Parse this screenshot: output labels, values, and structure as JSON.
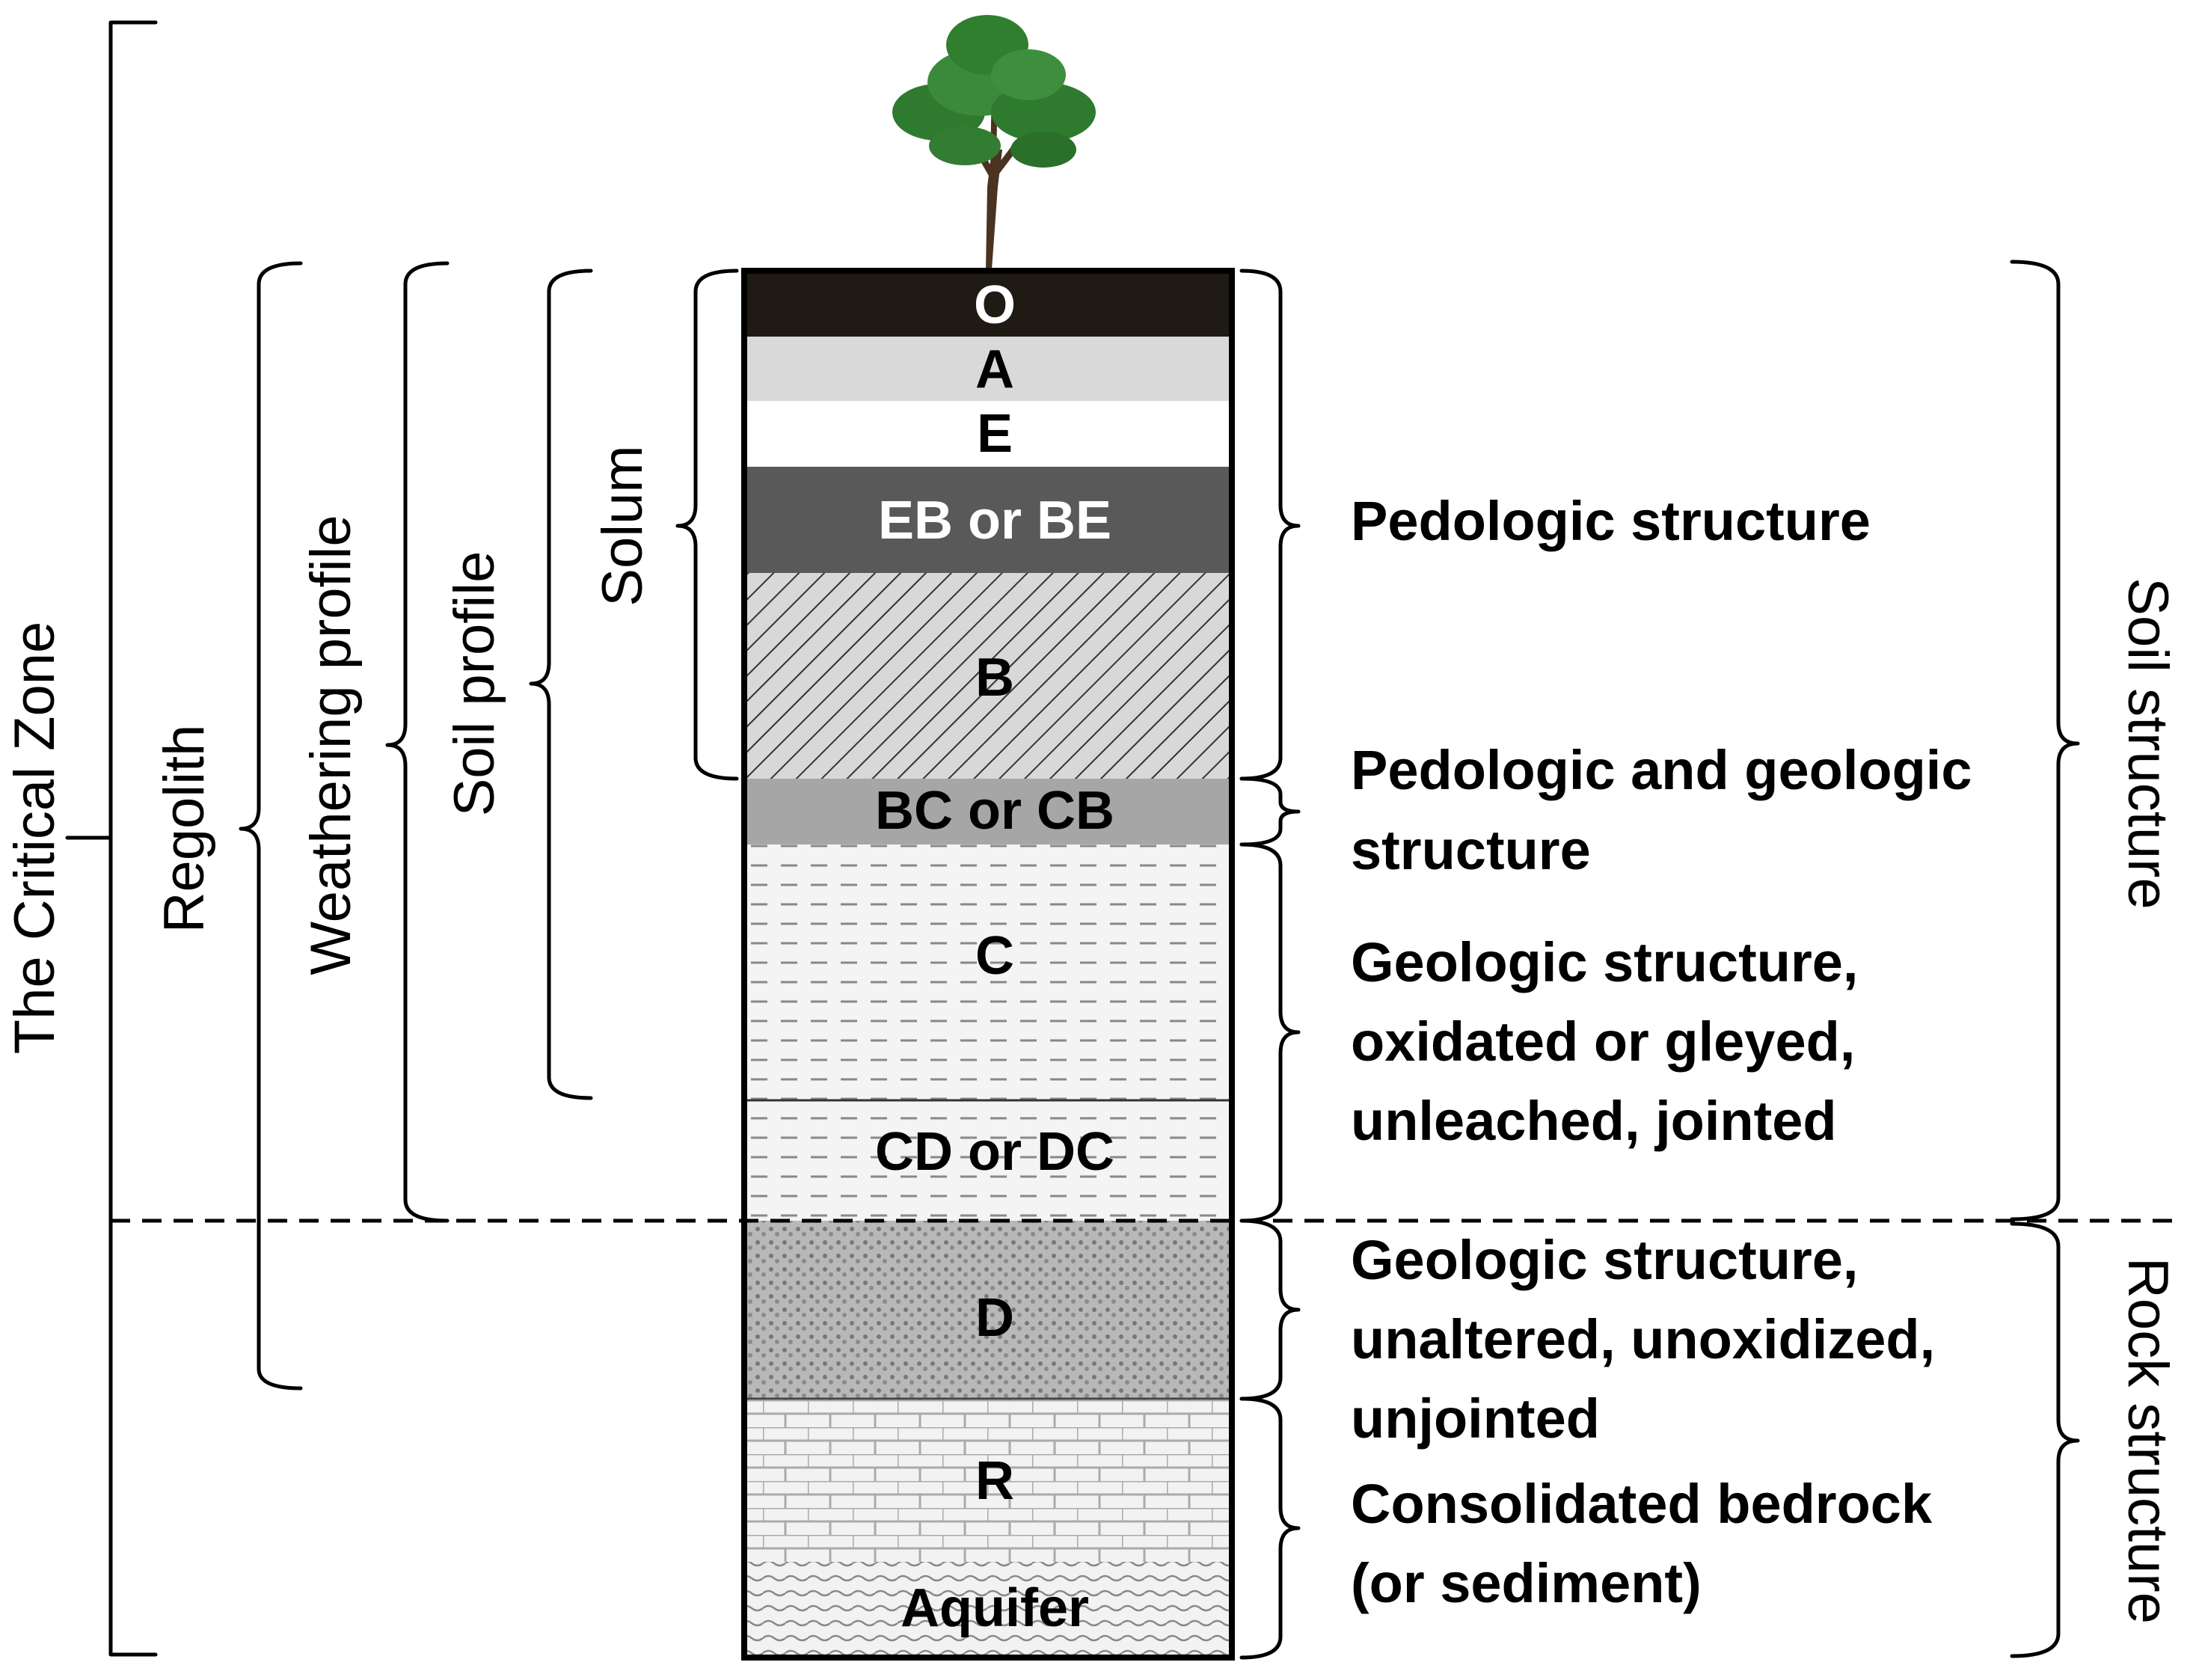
{
  "layers": [
    {
      "label": "O",
      "color": "#1f1a14",
      "text_color": "#ffffff"
    },
    {
      "label": "A",
      "color": "#d9d9d9",
      "text_color": "#000000"
    },
    {
      "label": "E",
      "color": "#ffffff",
      "text_color": "#000000"
    },
    {
      "label": "EB or BE",
      "color": "#595959",
      "text_color": "#ffffff"
    },
    {
      "label": "B",
      "color": "#d4d4d4",
      "text_color": "#000000"
    },
    {
      "label": "BC or CB",
      "color": "#a6a6a6",
      "text_color": "#000000"
    },
    {
      "label": "C",
      "color": "#f4f4f4",
      "text_color": "#000000"
    },
    {
      "label": "CD or DC",
      "color": "#f4f4f4",
      "text_color": "#000000"
    },
    {
      "label": "D",
      "color": "#b8b8b8",
      "text_color": "#000000"
    },
    {
      "label": "R",
      "color": "#f2f2f2",
      "text_color": "#000000"
    },
    {
      "label": "Aquifer",
      "color": "#f2f2f2",
      "text_color": "#000000"
    }
  ],
  "left_labels": {
    "critical_zone": "The Critical Zone",
    "regolith": "Regolith",
    "weathering_profile": "Weathering profile",
    "soil_profile": "Soil profile",
    "solum": "Solum"
  },
  "right_descriptions": {
    "pedologic": "Pedologic structure",
    "pedologic_geologic_1": "Pedologic and geologic",
    "pedologic_geologic_2": "structure",
    "geologic_oxidated_1": "Geologic structure,",
    "geologic_oxidated_2": "oxidated or gleyed,",
    "geologic_oxidated_3": "unleached, jointed",
    "geologic_unaltered_1": "Geologic structure,",
    "geologic_unaltered_2": "unaltered, unoxidized,",
    "geologic_unaltered_3": "unjointed",
    "bedrock_1": "Consolidated bedrock",
    "bedrock_2": "(or sediment)"
  },
  "far_right_labels": {
    "soil_structure": "Soil structure",
    "rock_structure": "Rock structure"
  },
  "icons": {
    "tree": "tree-icon"
  }
}
